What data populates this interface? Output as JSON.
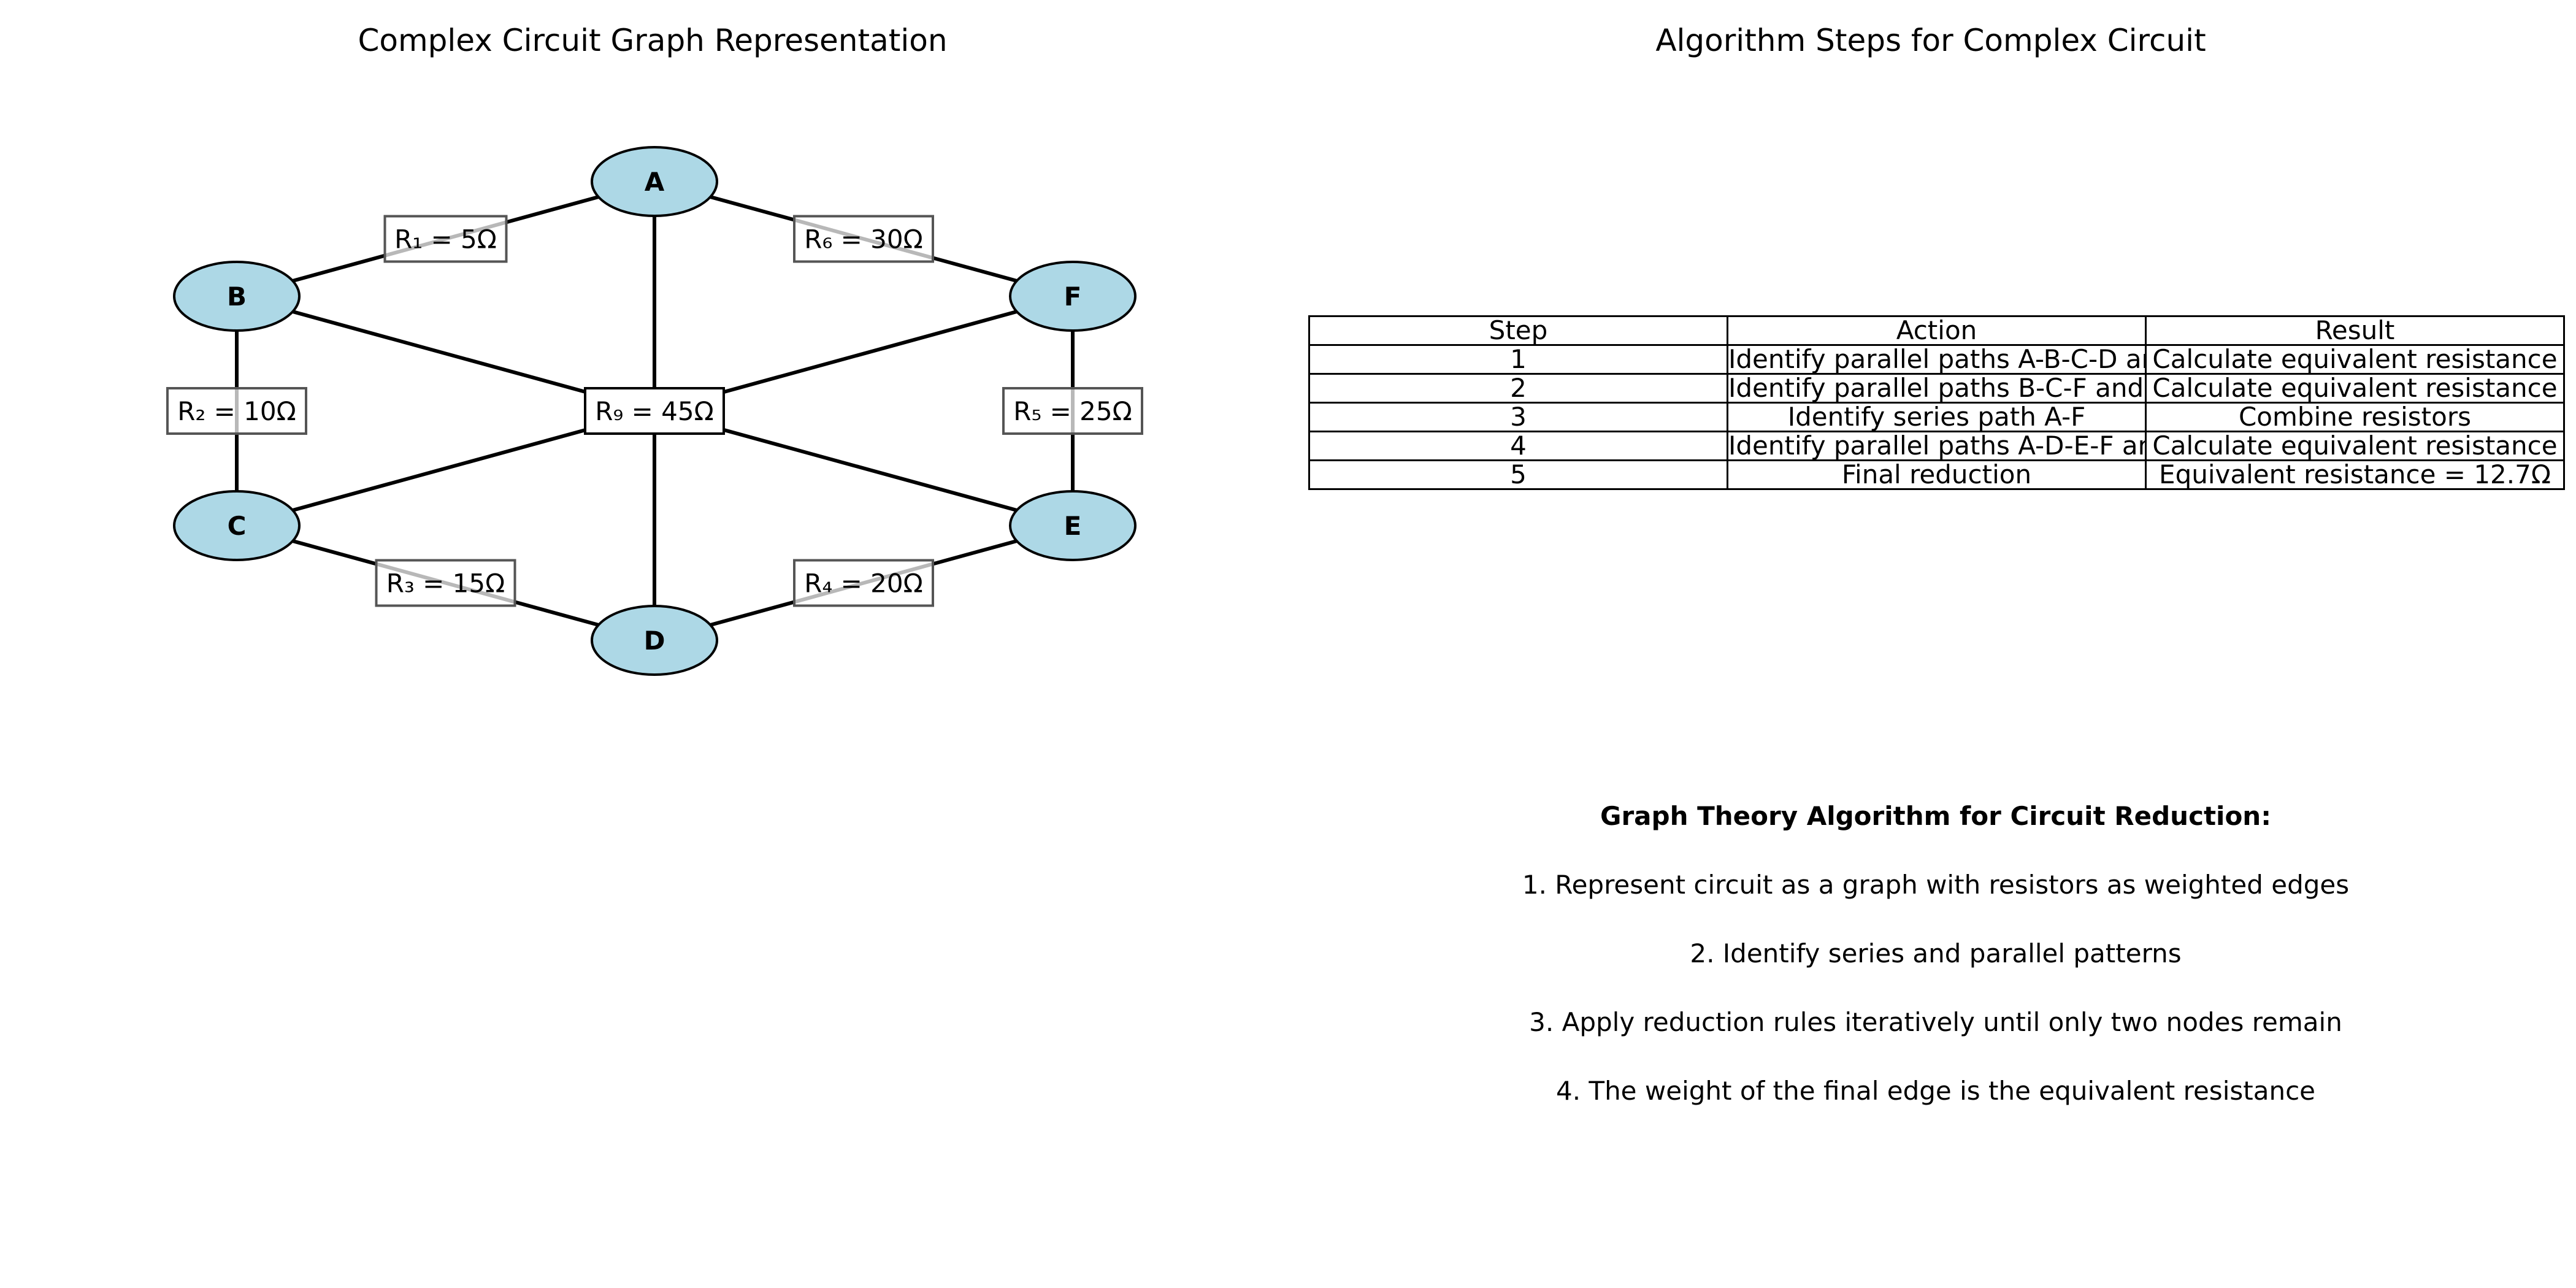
{
  "left_panel": {
    "title": "Complex Circuit Graph Representation",
    "nodes": [
      "A",
      "B",
      "C",
      "D",
      "E",
      "F"
    ],
    "resistors": [
      {
        "label": "R₁ = 5Ω",
        "from": "A",
        "to": "B"
      },
      {
        "label": "R₂ = 10Ω",
        "from": "B",
        "to": "C"
      },
      {
        "label": "R₃ = 15Ω",
        "from": "C",
        "to": "D"
      },
      {
        "label": "R₄ = 20Ω",
        "from": "D",
        "to": "E"
      },
      {
        "label": "R₅ = 25Ω",
        "from": "E",
        "to": "F"
      },
      {
        "label": "R₆ = 30Ω",
        "from": "F",
        "to": "A"
      },
      {
        "label": "R₉ = 45Ω",
        "from": "center",
        "to": "center"
      }
    ],
    "unlabeled_edges": [
      [
        "A",
        "D"
      ],
      [
        "B",
        "E"
      ],
      [
        "C",
        "F"
      ]
    ],
    "colors": {
      "node_fill": "#add8e6",
      "node_stroke": "#000000",
      "edge": "#000000",
      "label_border": "#555555"
    }
  },
  "right_panel": {
    "title": "Algorithm Steps for Complex Circuit",
    "table": {
      "headers": [
        "Step",
        "Action",
        "Result"
      ],
      "rows": [
        [
          "1",
          "Identify parallel paths A-B-C-D and A",
          "Calculate equivalent resistance"
        ],
        [
          "2",
          "Identify parallel paths B-C-F and B-",
          "Calculate equivalent resistance"
        ],
        [
          "3",
          "Identify series path A-F",
          "Combine resistors"
        ],
        [
          "4",
          "Identify parallel paths A-D-E-F and A",
          "Calculate equivalent resistance"
        ],
        [
          "5",
          "Final reduction",
          "Equivalent resistance = 12.7Ω"
        ]
      ]
    },
    "algorithm": {
      "heading": "Graph Theory Algorithm for Circuit Reduction:",
      "steps": [
        "1. Represent circuit as a graph with resistors as weighted edges",
        "2. Identify series and parallel patterns",
        "3. Apply reduction rules iteratively until only two nodes remain",
        "4. The weight of the final edge is the equivalent resistance"
      ]
    }
  }
}
